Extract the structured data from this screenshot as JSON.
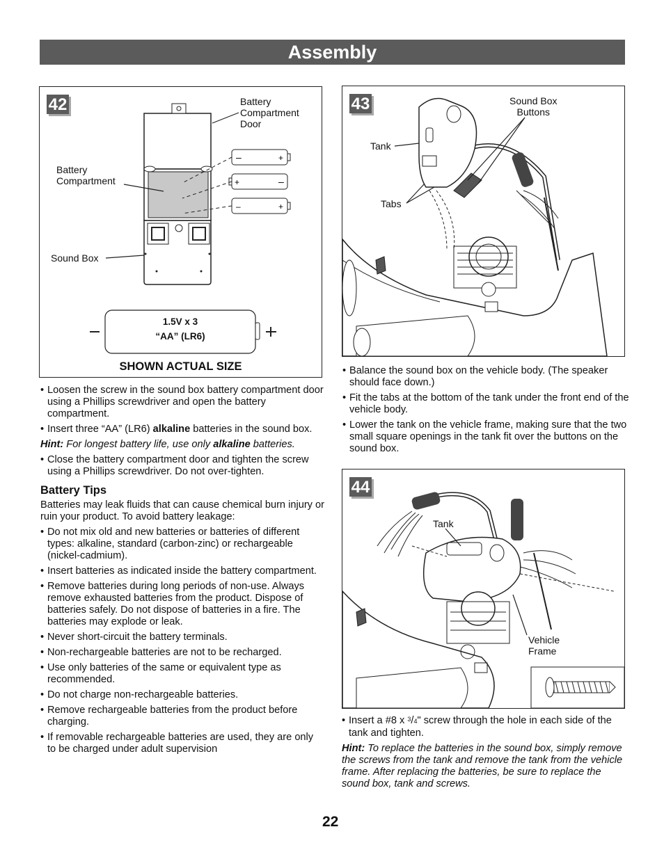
{
  "header": {
    "title": "Assembly"
  },
  "step42": {
    "number": "42",
    "labels": {
      "door": "Battery\nCompartment\nDoor",
      "compartment": "Battery\nCompartment",
      "soundbox": "Sound Box"
    },
    "battery_label_line1": "1.5V x 3",
    "battery_label_line2": "“AA” (LR6)",
    "minus_sign": "–",
    "plus_sign": "+",
    "caption": "SHOWN ACTUAL SIZE",
    "instructions": [
      "Loosen the screw in the sound box battery compartment door using a Phillips screwdriver and open the battery compartment.",
      "Insert three “AA” (LR6) ",
      "alkaline",
      " batteries in the sound box."
    ],
    "hint_label": "Hint:",
    "hint_text_a": " For longest battery life, use only ",
    "hint_text_b": "alkaline",
    "hint_text_c": " batteries.",
    "instruction_close": "Close the battery compartment door and tighten the screw using a Phillips screwdriver. Do not over-tighten."
  },
  "battery_tips": {
    "heading": "Battery Tips",
    "intro": "Batteries may leak fluids that can cause chemical burn injury or ruin your product. To avoid battery leakage:",
    "items": [
      "Do not mix old and new batteries or batteries of different types: alkaline, standard (carbon-zinc) or rechargeable (nickel-cadmium).",
      "Insert batteries as indicated inside the battery compartment.",
      "Remove batteries during long periods of non-use. Always remove exhausted batteries from the product. Dispose of batteries safely. Do not dispose of batteries in a fire. The batteries may explode or leak.",
      "Never short-circuit the battery terminals.",
      "Non-rechargeable batteries are not to be recharged.",
      "Use only batteries of the same or equivalent type as recommended.",
      "Do not charge non-rechargeable batteries.",
      "Remove rechargeable batteries from the product before charging.",
      "If removable rechargeable batteries are used, they are only to be charged under adult supervision"
    ]
  },
  "step43": {
    "number": "43",
    "labels": {
      "buttons": "Sound Box\nButtons",
      "tank": "Tank",
      "tabs": "Tabs"
    },
    "instructions": [
      "Balance the sound box on the vehicle body. (The speaker should face down.)",
      "Fit the tabs at the bottom of the tank under the front end of the vehicle body.",
      "Lower the tank on the vehicle frame, making sure that the two small square openings in the tank fit over the buttons on the sound box."
    ]
  },
  "step44": {
    "number": "44",
    "labels": {
      "tank": "Tank",
      "frame": "Vehicle\nFrame"
    },
    "instruction_a": "Insert a #8 x ",
    "frac_num": "3",
    "frac_den": "4",
    "instruction_b": "\" screw through the hole in each side of the tank and tighten.",
    "hint_label": "Hint:",
    "hint_text": " To replace the batteries in the sound box, simply remove the screws from the tank and remove the tank from the vehicle frame. After replacing the batteries, be sure to replace the sound box, tank and screws."
  },
  "page_number": "22",
  "colors": {
    "header_bg": "#5b5b5b",
    "compartment_fill": "#c8c8c8"
  }
}
